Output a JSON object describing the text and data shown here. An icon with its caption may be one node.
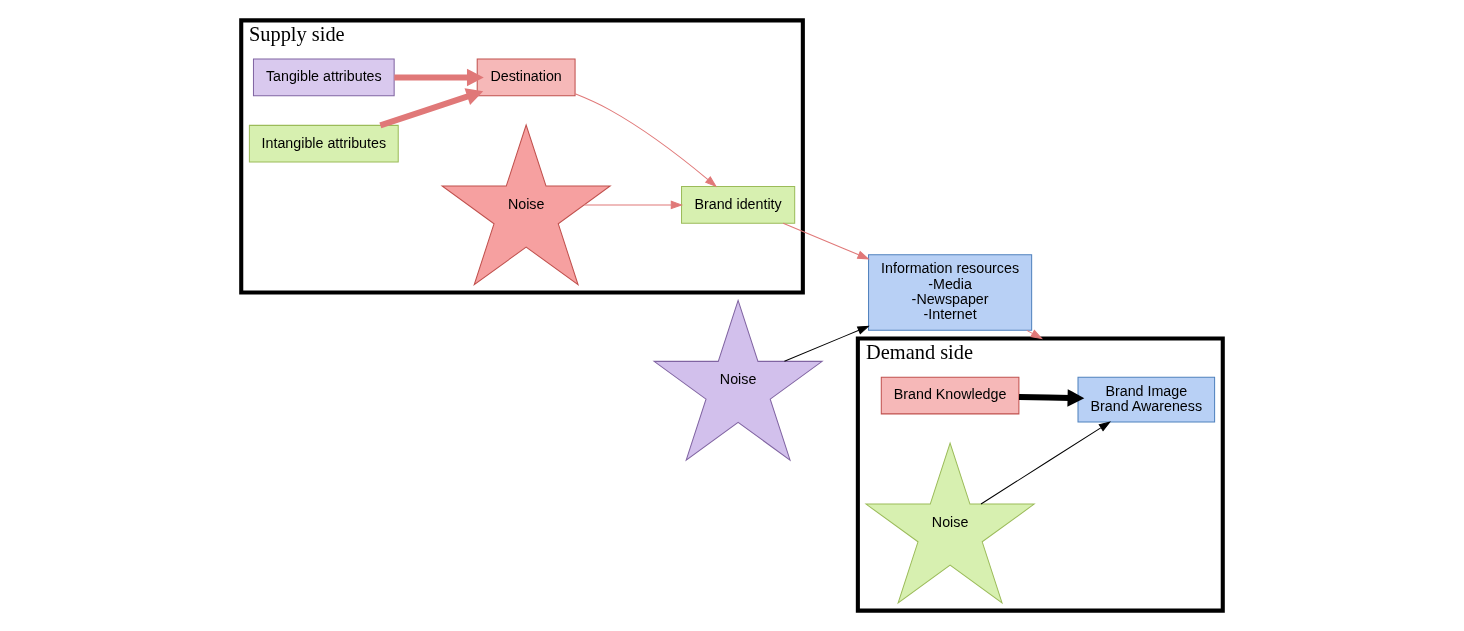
{
  "diagram": {
    "nodes": [
      {
        "text": [
          "Supply side"
        ]
      },
      {
        "text": [
          "Tangible attributes"
        ],
        "in": 0
      },
      {
        "text": [
          "Destination"
        ],
        "in": 0
      },
      {
        "text": [
          "Intangible attributes"
        ],
        "in": 0
      },
      {
        "text": [
          "Brand identity"
        ],
        "in": 0
      },
      {
        "text": [
          "Noise"
        ],
        "in": 0
      },
      {
        "text": [
          "Information resources",
          "-Media",
          "-Newspaper",
          "-Internet"
        ]
      },
      {
        "text": [
          "Noise"
        ]
      },
      {
        "text": [
          "Demand side"
        ]
      },
      {
        "text": [
          "Brand Knowledge"
        ],
        "in": 8
      },
      {
        "text": [
          "Brand Image",
          "Brand Awareness"
        ],
        "in": 8
      },
      {
        "text": [
          "Noise"
        ],
        "in": 8
      }
    ],
    "edges": [
      {
        "from": 1,
        "to": 2,
        "arrow": "to",
        "style": "thick"
      },
      {
        "from": 3,
        "to": 2,
        "arrow": "to",
        "style": "thick"
      },
      {
        "from": 2,
        "to": 4,
        "arrow": "to"
      },
      {
        "from": 5,
        "to": 4,
        "arrow": "to"
      },
      {
        "from": 4,
        "to": 6,
        "arrow": "to"
      },
      {
        "from": 7,
        "to": 6,
        "arrow": "to",
        "color": "#000000"
      },
      {
        "from": 6,
        "to": 8,
        "arrow": "to"
      },
      {
        "from": 9,
        "to": 10,
        "arrow": "to",
        "color": "#000000",
        "style": "thick"
      },
      {
        "from": 11,
        "to": 10,
        "arrow": "to",
        "color": "#000000"
      }
    ]
  }
}
